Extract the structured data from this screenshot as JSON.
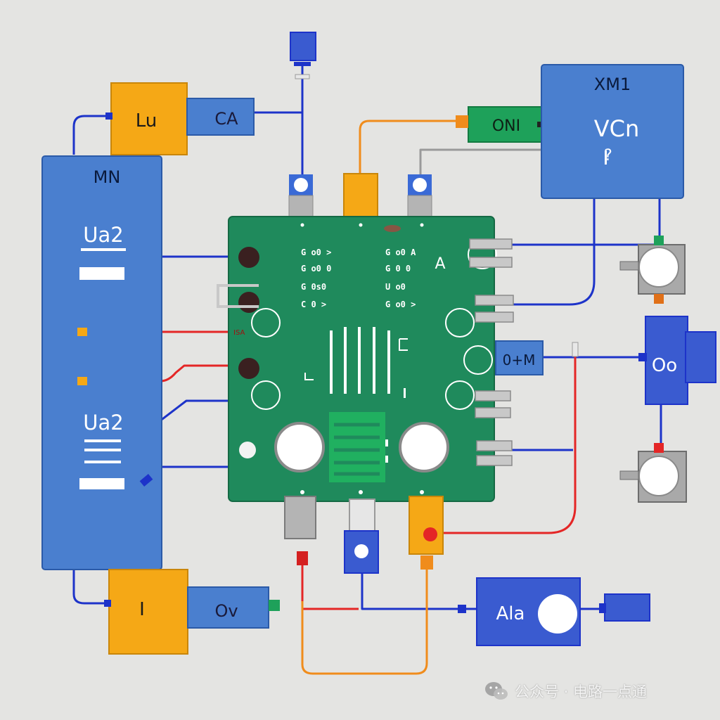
{
  "colors": {
    "background": "#e4e4e2",
    "board": "#1f8a5c",
    "blue_module": "#4a7fcf",
    "yellow_module": "#f5a816",
    "green_module": "#1ea15a",
    "wire_blue": "#1d33c9",
    "wire_red": "#e42626",
    "wire_orange": "#f08c1c",
    "wire_gray": "#9a9a9a"
  },
  "left_module": {
    "title": "MN",
    "label": "Ua2",
    "label_bottom": "Ua2"
  },
  "top_left_yellow": {
    "label": "Lu"
  },
  "top_left_blue": {
    "label": "CA"
  },
  "bottom_left_yellow": {
    "label": "I"
  },
  "bottom_left_blue": {
    "label": "Ov"
  },
  "top_green_module": {
    "label": "ONI"
  },
  "top_right_module": {
    "title": "XM1",
    "label": "VCn",
    "sub": "?"
  },
  "right_side_label": {
    "label": "0+M"
  },
  "right_mid_module": {
    "label": "Oo"
  },
  "bottom_right_module": {
    "label": "Ala"
  },
  "board": {
    "pins_left": [
      "G o0 >",
      "G o0 0",
      "G 0s0",
      "C 0 >"
    ],
    "pins_right": [
      "G o0 A",
      "G 0 0",
      "U o0",
      "G o0 >"
    ],
    "mark_top_right": "A",
    "mark_left": "ISA"
  },
  "watermark": {
    "icon": "wechat-icon",
    "text": "公众号 · 电路一点通"
  }
}
